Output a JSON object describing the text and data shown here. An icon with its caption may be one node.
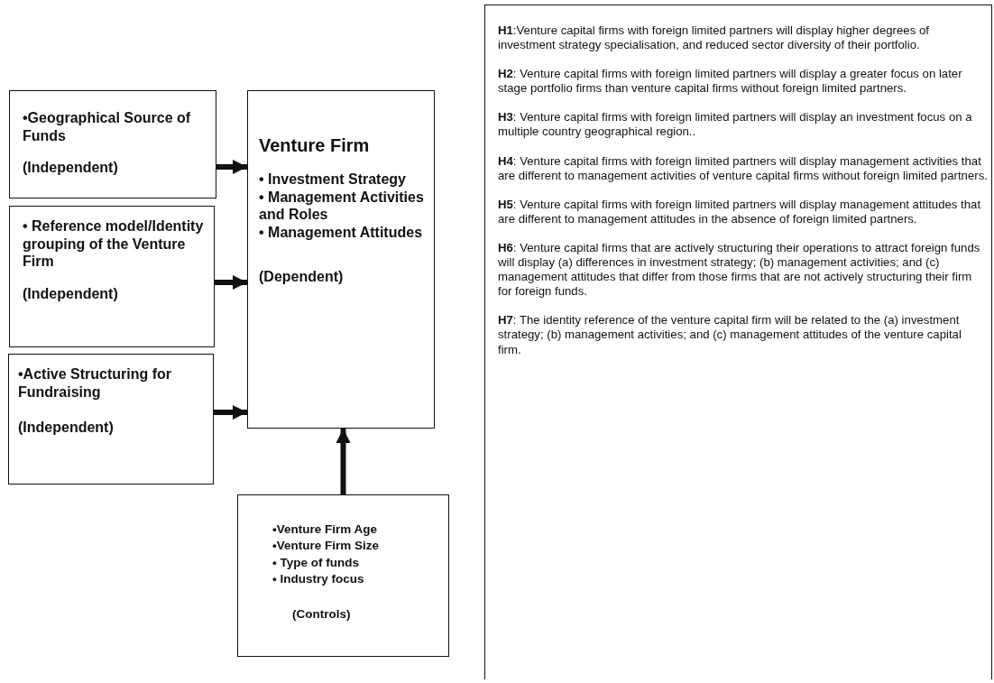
{
  "diagram": {
    "nodes": [
      {
        "text": [
          "•Geographical Source of Funds",
          "(Independent)"
        ]
      },
      {
        "text": [
          "• Reference model/Identity grouping of the Venture Firm",
          "(Independent)"
        ]
      },
      {
        "text": [
          "•Active Structuring for Fundraising",
          "(Independent)"
        ]
      },
      {
        "text": [
          "Venture Firm",
          "• Investment Strategy",
          "• Management Activities and Roles",
          "• Management Attitudes",
          "(Dependent)"
        ]
      },
      {
        "text": [
          "•Venture Firm Age",
          "•Venture Firm Size",
          "• Type of funds",
          "• Industry focus",
          "(Controls)"
        ]
      },
      {
        "text": [
          "**H1**:Venture capital firms with foreign limited partners will display higher degrees of investment strategy specialisation, and reduced sector diversity of their portfolio.",
          "**H2**: Venture capital firms with foreign limited partners will display a greater focus on later stage portfolio firms than venture capital firms without foreign limited partners.",
          "**H3**: Venture capital firms with foreign limited partners will display an investment focus on a multiple country geographical region..",
          "**H4**: Venture capital firms with foreign limited partners will display management activities that are different to management activities of venture capital firms without foreign limited partners.",
          "**H5**: Venture capital firms with foreign limited partners will display management attitudes that are different to management attitudes in the absence of foreign limited partners.",
          "**H6**: Venture capital firms that are actively structuring their operations to attract foreign funds will display (a) differences in investment strategy; (b) management activities; and (c) management attitudes that differ from those firms that are not actively structuring their firm for foreign funds.",
          "**H7**: The identity reference of the venture capital firm will be related to the (a) investment strategy; (b) management activities; and (c) management attitudes of the venture capital firm."
        ]
      }
    ],
    "edges": [
      {
        "from": 0,
        "to": 3,
        "arrow": "to"
      },
      {
        "from": 1,
        "to": 3,
        "arrow": "to"
      },
      {
        "from": 2,
        "to": 3,
        "arrow": "to"
      },
      {
        "from": 4,
        "to": 3,
        "arrow": "to"
      }
    ]
  }
}
